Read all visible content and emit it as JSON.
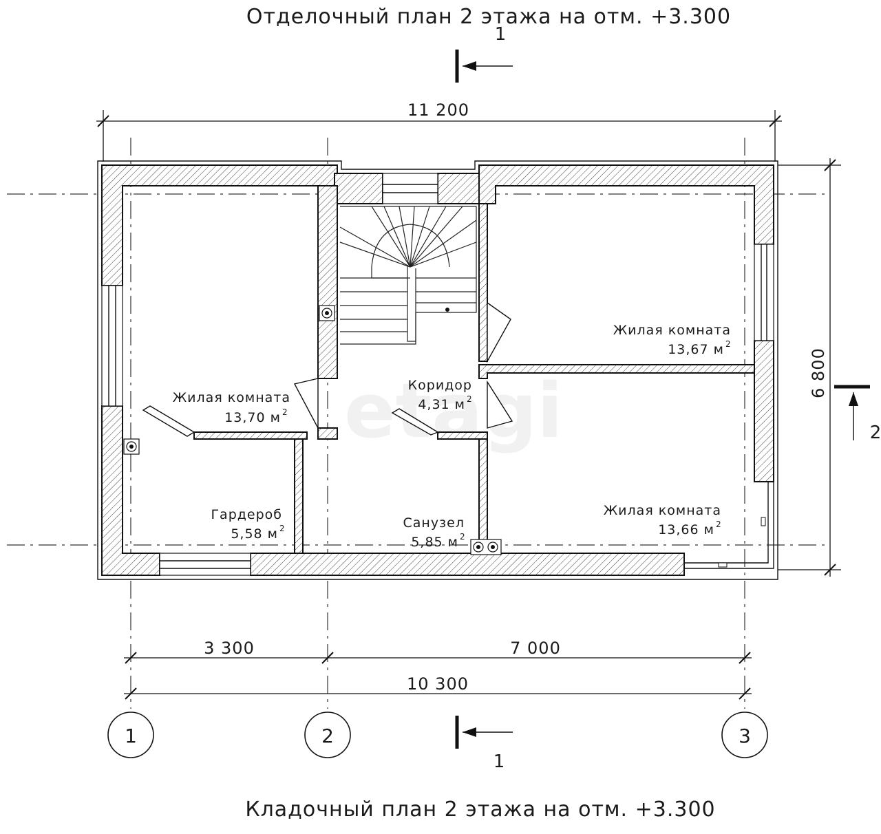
{
  "titles": {
    "top": "Отделочный план 2 этажа на отм. +3.300",
    "bottom": "Кладочный план 2 этажа на отм. +3.300"
  },
  "section_marks": {
    "top": "1",
    "bottom": "1",
    "right": "2"
  },
  "dimensions": {
    "overall_width": "11 200",
    "overall_height": "6 800",
    "span_1_2": "3 300",
    "span_2_3": "7 000",
    "axis_total": "10 300"
  },
  "axes": [
    "1",
    "2",
    "3"
  ],
  "rooms": {
    "living_left": {
      "name": "Жилая комната",
      "area": "13,70 м",
      "sup": "2"
    },
    "living_top_right": {
      "name": "Жилая комната",
      "area": "13,67 м",
      "sup": "2"
    },
    "corridor": {
      "name": "Коридор",
      "area": "4,31 м",
      "sup": "2"
    },
    "wardrobe": {
      "name": "Гардероб",
      "area": "5,58 м",
      "sup": "2"
    },
    "bathroom": {
      "name": "Санузел",
      "area": "5,85 м",
      "sup": "2"
    },
    "living_bottom_right": {
      "name": "Жилая комната",
      "area": "13,66 м",
      "sup": "2"
    }
  },
  "watermark": "etagi"
}
